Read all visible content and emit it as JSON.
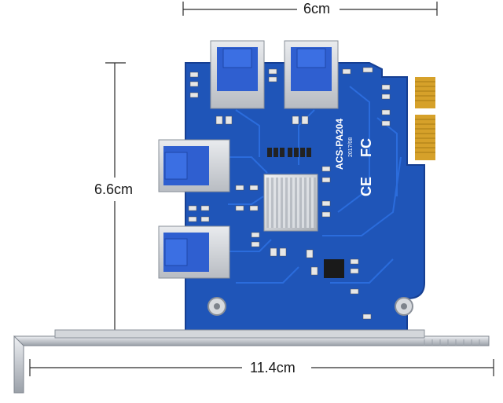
{
  "dimensions": {
    "board_width": "6cm",
    "board_height": "6.6cm",
    "bracket_length": "11.4cm"
  },
  "board": {
    "model_text": "ACS-PA204",
    "sub_text": "2017/08",
    "fc_mark": "FC",
    "ce_mark": "CE"
  },
  "colors": {
    "pcb": "#1f55b8",
    "pcb_dark": "#163f92",
    "pcb_trace": "#2b6ad6",
    "usb_blue": "#2f5fd0",
    "metal": "#c9ccd1",
    "gold": "#d6a12a",
    "background": "#ffffff"
  }
}
